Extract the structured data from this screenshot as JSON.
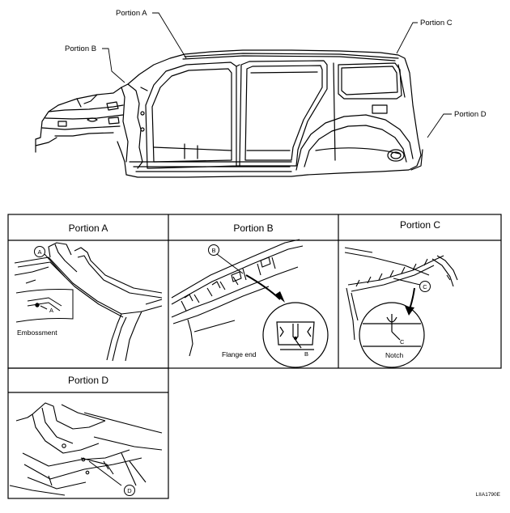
{
  "callouts": {
    "portion_a": "Portion A",
    "portion_b": "Portion B",
    "portion_c": "Portion C",
    "portion_d": "Portion D"
  },
  "panels": {
    "a": {
      "title": "Portion A",
      "callout": "A",
      "inset_letter": "A",
      "caption": "Embossment"
    },
    "b": {
      "title": "Portion B",
      "callout": "B",
      "inset_letter": "B",
      "caption": "Flange end"
    },
    "c": {
      "title": "Portion C",
      "callout": "C",
      "inset_letter": "C",
      "caption": "Notch"
    },
    "d": {
      "title": "Portion D",
      "callout": "D"
    }
  },
  "figure_code": "LIIA1790E"
}
